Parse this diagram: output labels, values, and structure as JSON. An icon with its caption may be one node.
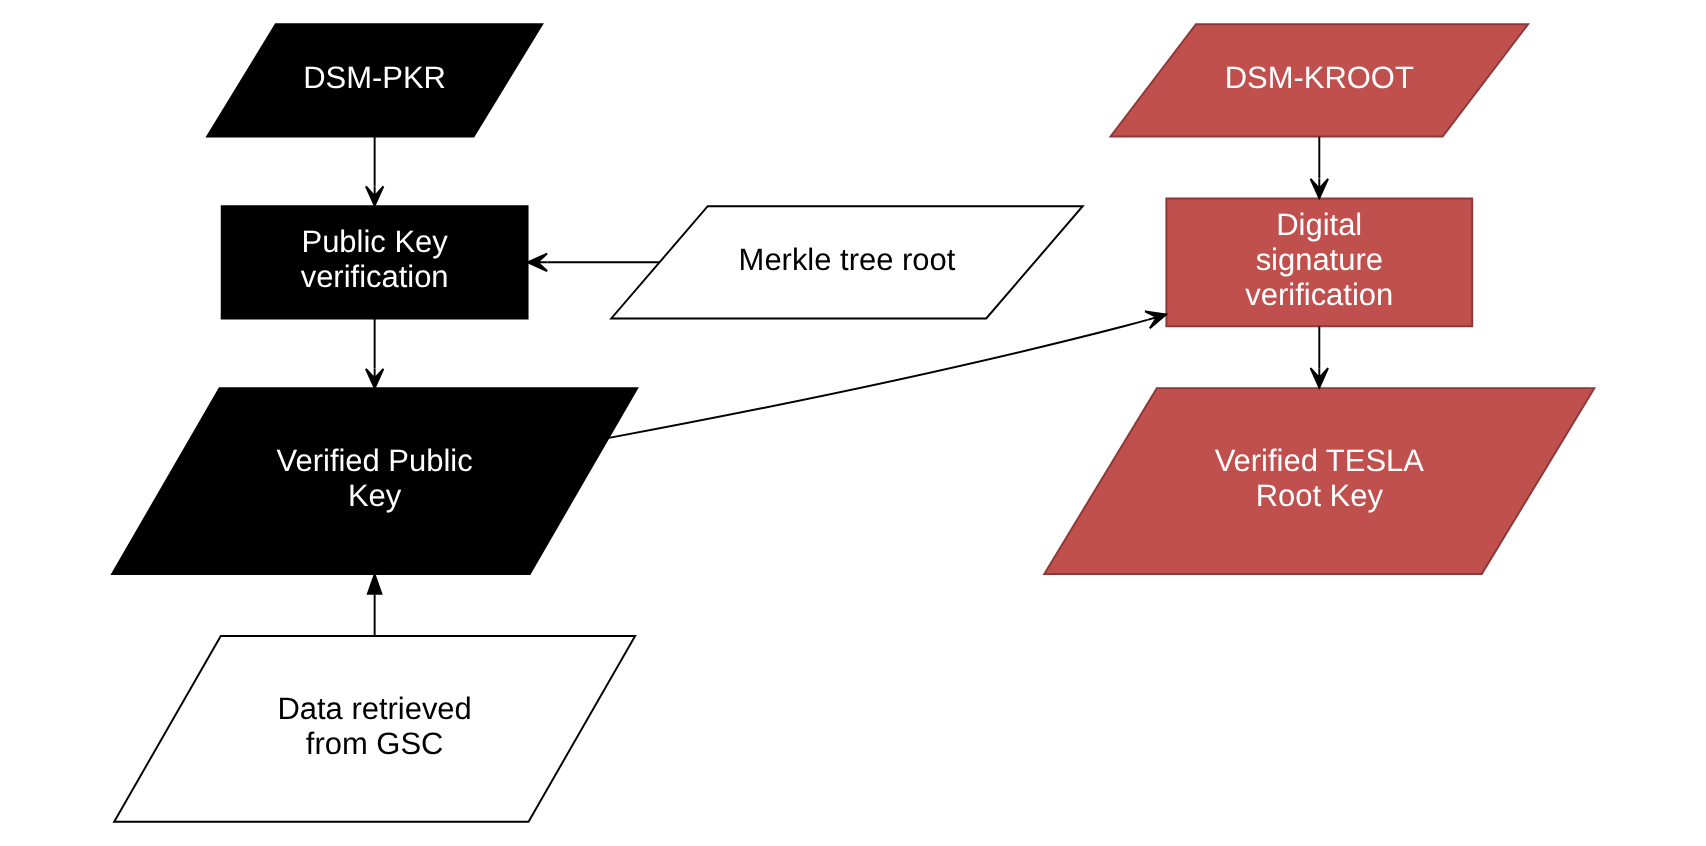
{
  "diagram": {
    "nodes": [
      {
        "text": [
          "DSM-PKR"
        ]
      },
      {
        "text": [
          "Merkle tree root"
        ]
      },
      {
        "text": [
          "Public Key verification"
        ]
      },
      {
        "text": [
          "Verified Public Key"
        ]
      },
      {
        "text": [
          "Data retrieved from GSC"
        ]
      },
      {
        "text": [
          "DSM-KROOT"
        ]
      },
      {
        "text": [
          "Digital signature verification"
        ]
      },
      {
        "text": [
          "Verified TESLA Root Key"
        ]
      }
    ],
    "edges": [
      {
        "from": 0,
        "to": 2,
        "arrow": "to"
      },
      {
        "from": 1,
        "to": 2,
        "arrow": "to"
      },
      {
        "from": 2,
        "to": 3,
        "arrow": "to"
      },
      {
        "from": 4,
        "to": 3,
        "arrow": "to"
      },
      {
        "from": 3,
        "to": 6,
        "arrow": "to"
      },
      {
        "from": 5,
        "to": 6,
        "arrow": "to"
      },
      {
        "from": 6,
        "to": 7,
        "arrow": "to"
      }
    ]
  }
}
